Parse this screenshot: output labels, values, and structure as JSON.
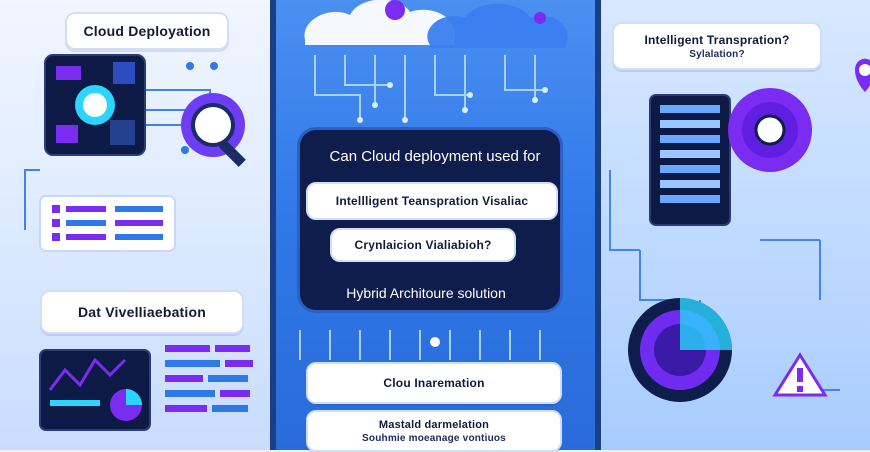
{
  "left": {
    "top_label": "Cloud Deployation",
    "bottom_label": "Dat Vivelliaebation"
  },
  "center": {
    "question_line1": "Can Cloud deployment used for",
    "question_line2": "Intellligent Teanspration Visaliac",
    "question_line3": "Crynlaicion Vialiabioh?",
    "hybrid_label": "Hybrid Architoure solution",
    "box1": "Clou Inaremation",
    "box2_line1": "Mastald darmelation",
    "box2_line2": "Souhmie moeanage vontiuos"
  },
  "right": {
    "top_label_line1": "Intelligent Transpration?",
    "top_label_line2": "Sylalation?"
  },
  "colors": {
    "brand_blue": "#2f78e8",
    "navy": "#0f1d4c",
    "purple": "#7a2cf0",
    "cyan": "#2bd5ff"
  }
}
